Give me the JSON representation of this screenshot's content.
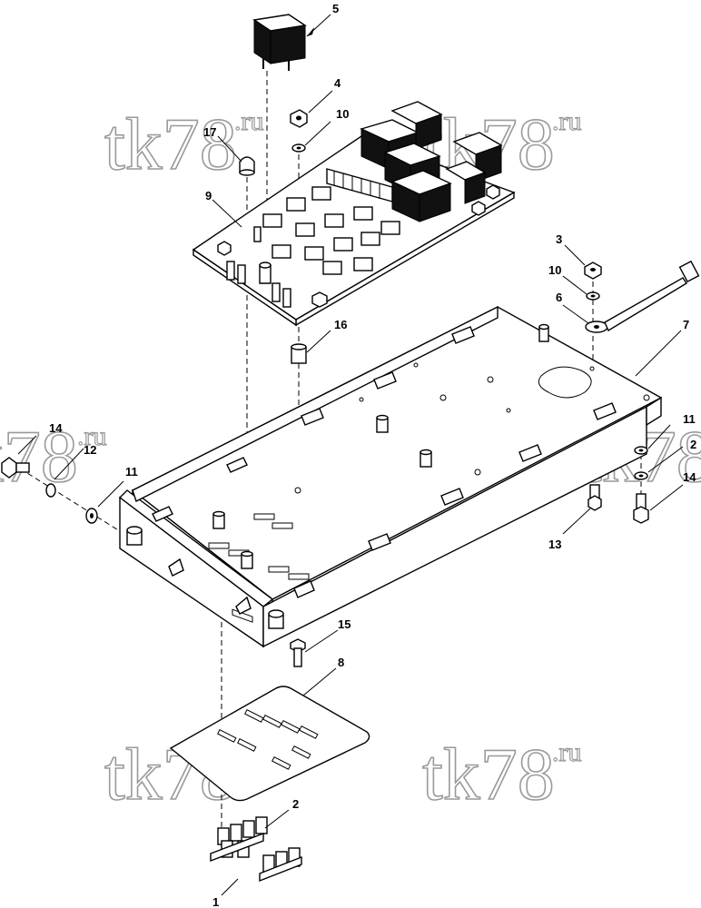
{
  "watermark": {
    "text": "tk78",
    "suffix": ".ru"
  },
  "callouts": [
    {
      "id": "c1",
      "label": "1"
    },
    {
      "id": "c2",
      "label": "2"
    },
    {
      "id": "c2b",
      "label": "2"
    },
    {
      "id": "c3",
      "label": "3"
    },
    {
      "id": "c4",
      "label": "4"
    },
    {
      "id": "c5",
      "label": "5"
    },
    {
      "id": "c6",
      "label": "6"
    },
    {
      "id": "c7",
      "label": "7"
    },
    {
      "id": "c8",
      "label": "8"
    },
    {
      "id": "c9",
      "label": "9"
    },
    {
      "id": "c10a",
      "label": "10"
    },
    {
      "id": "c10b",
      "label": "10"
    },
    {
      "id": "c11a",
      "label": "11"
    },
    {
      "id": "c11b",
      "label": "11"
    },
    {
      "id": "c12",
      "label": "12"
    },
    {
      "id": "c13",
      "label": "13"
    },
    {
      "id": "c14a",
      "label": "14"
    },
    {
      "id": "c14b",
      "label": "14"
    },
    {
      "id": "c15",
      "label": "15"
    },
    {
      "id": "c16",
      "label": "16"
    },
    {
      "id": "c17",
      "label": "17"
    }
  ]
}
